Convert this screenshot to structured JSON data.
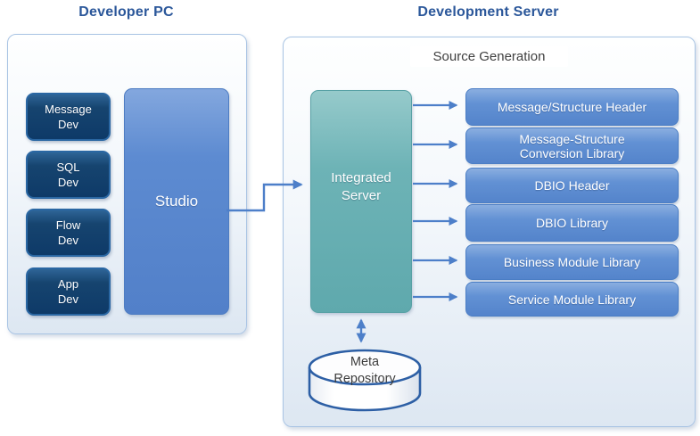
{
  "titles": {
    "developer_pc": "Developer PC",
    "development_server": "Development Server",
    "source_generation": "Source Generation"
  },
  "developer_pc": {
    "tools": [
      "Message\nDev",
      "SQL\nDev",
      "Flow\nDev",
      "App\nDev"
    ],
    "studio": "Studio"
  },
  "development_server": {
    "integrated_server": "Integrated\nServer",
    "outputs": [
      "Message/Structure Header",
      "Message-Structure\nConversion Library",
      "DBIO Header",
      "DBIO Library",
      "Business Module Library",
      "Service Module Library"
    ],
    "meta_repository": "Meta\nRepository"
  },
  "colors": {
    "title_blue": "#2b579a",
    "navy_box": "#123e6f",
    "blue_box": "#5b89cf",
    "teal_box": "#63acb0",
    "arrow_blue": "#4d7fc9",
    "container_border": "#a9c4e4",
    "cylinder_border": "#2d5fa5"
  }
}
